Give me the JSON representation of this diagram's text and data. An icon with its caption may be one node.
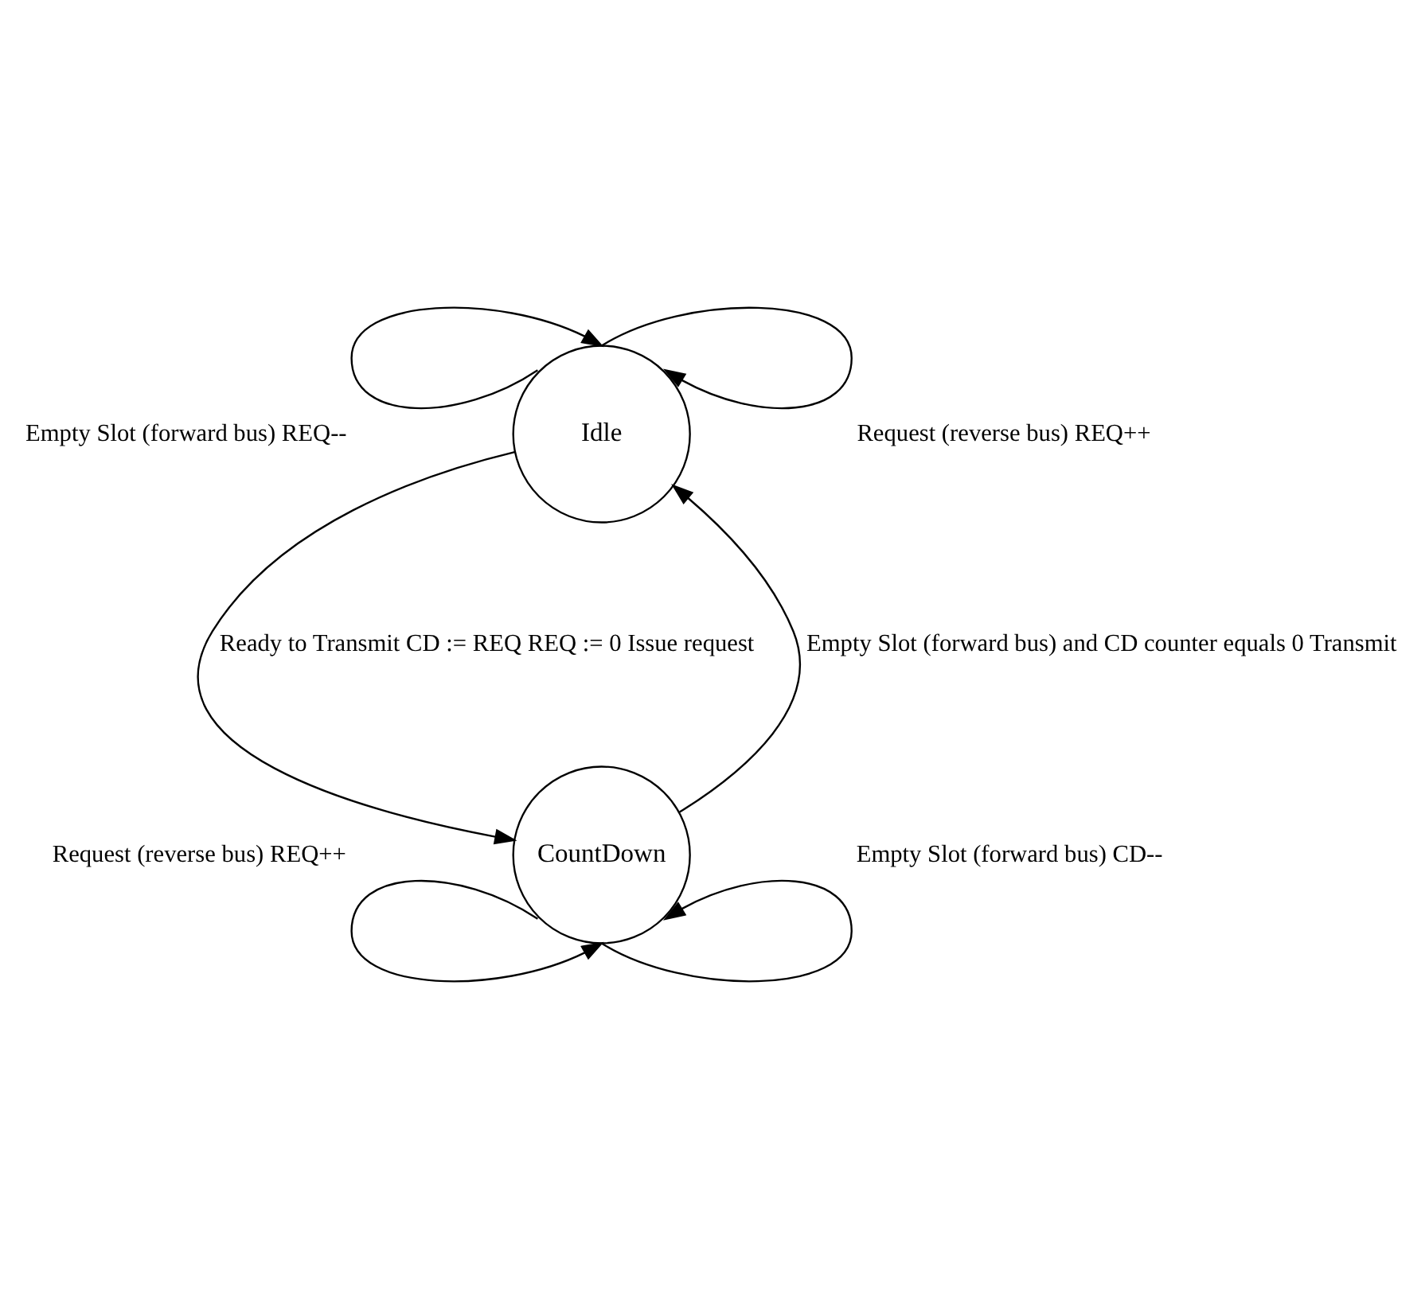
{
  "diagram": {
    "nodes": [
      {
        "text": [
          "Idle"
        ]
      },
      {
        "text": [
          "CountDown"
        ]
      }
    ],
    "edges": [
      {
        "from": 0,
        "to": 0,
        "arrow": "to",
        "label": "Empty Slot (forward bus) REQ--"
      },
      {
        "from": 0,
        "to": 0,
        "arrow": "to",
        "label": "Request (reverse bus) REQ++"
      },
      {
        "from": 0,
        "to": 1,
        "arrow": "to",
        "label": "Ready to Transmit CD := REQ REQ := 0 Issue request"
      },
      {
        "from": 1,
        "to": 0,
        "arrow": "to",
        "label": "Empty Slot (forward bus) and CD counter equals 0 Transmit"
      },
      {
        "from": 1,
        "to": 1,
        "arrow": "to",
        "label": "Request (reverse bus) REQ++"
      },
      {
        "from": 1,
        "to": 1,
        "arrow": "to",
        "label": "Empty Slot (forward bus) CD--"
      }
    ]
  }
}
